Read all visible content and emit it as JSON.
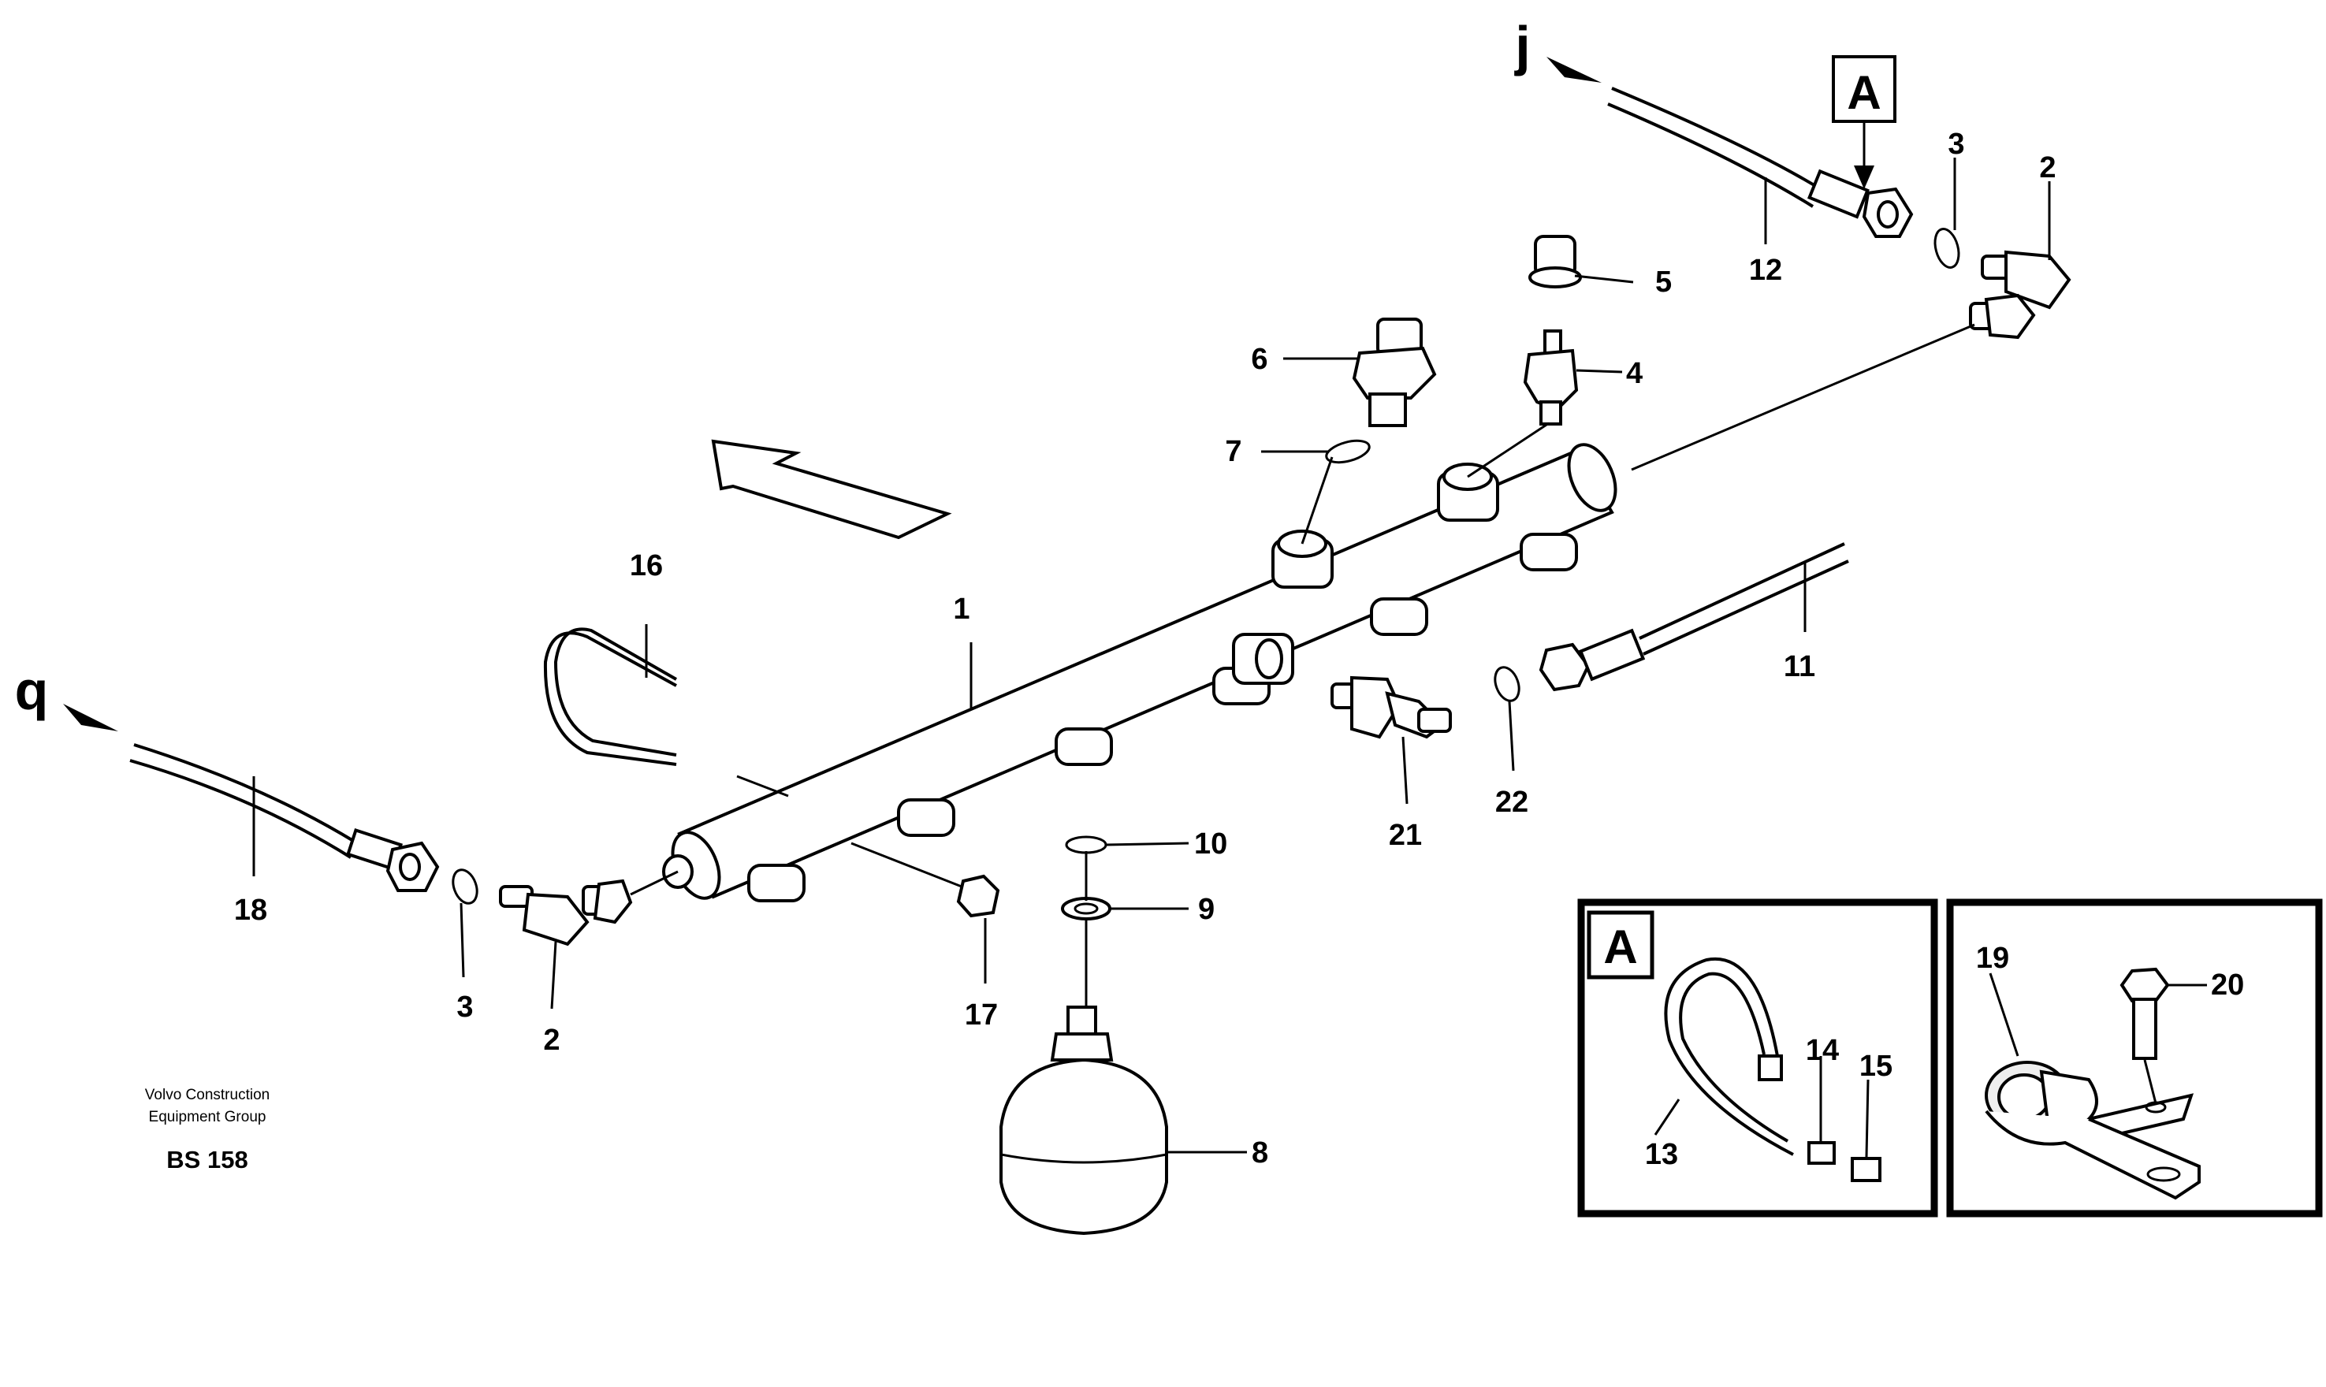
{
  "labels": {
    "n1": "1",
    "n2a": "2",
    "n2b": "2",
    "n3a": "3",
    "n3b": "3",
    "n4": "4",
    "n5": "5",
    "n6": "6",
    "n7": "7",
    "n8": "8",
    "n9": "9",
    "n10": "10",
    "n11": "11",
    "n12": "12",
    "n13": "13",
    "n14": "14",
    "n15": "15",
    "n16": "16",
    "n17": "17",
    "n18": "18",
    "n19": "19",
    "n20": "20",
    "n21": "21",
    "n22": "22"
  },
  "letters": {
    "j": "j",
    "q": "q",
    "a_main": "A",
    "a_detail": "A"
  },
  "footer": {
    "company_line1": "Volvo Construction",
    "company_line2": "Equipment Group",
    "code": "BS 158"
  }
}
